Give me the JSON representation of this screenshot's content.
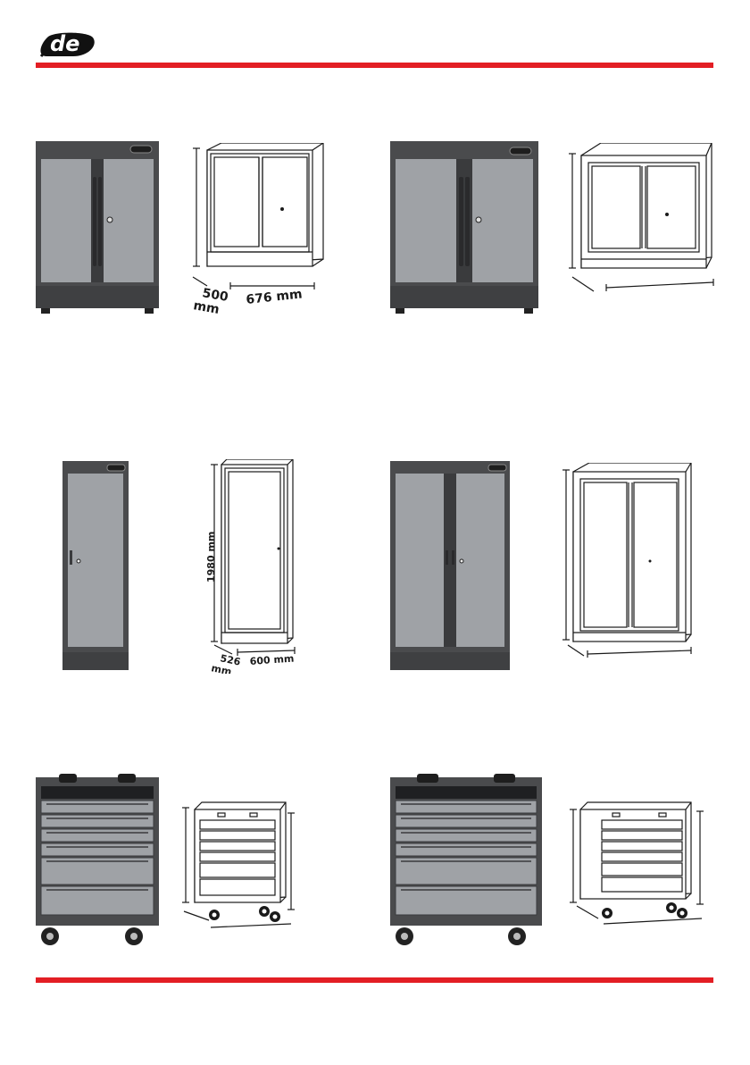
{
  "header": {
    "language_badge": "de"
  },
  "products": [
    {
      "id": "low-cabinet-small",
      "dimensions": {
        "depth_label": "500\nmm",
        "depth_1": "500",
        "depth_2": "mm",
        "width_label": "676 mm"
      }
    },
    {
      "id": "low-cabinet-wide",
      "dimensions": {}
    },
    {
      "id": "tall-cabinet-single",
      "dimensions": {
        "height_label": "1980 mm",
        "depth_1": "526",
        "depth_2": "mm",
        "width_label": "600 mm"
      }
    },
    {
      "id": "tall-cabinet-double",
      "dimensions": {}
    },
    {
      "id": "trolley-7-drawer",
      "dimensions": {}
    },
    {
      "id": "trolley-7-drawer-wide",
      "dimensions": {}
    }
  ],
  "colors": {
    "accent": "#e31e24",
    "cabinet_frame": "#4a4b4d",
    "door_panel": "#9fa2a6",
    "outline": "#1a1a1a"
  }
}
